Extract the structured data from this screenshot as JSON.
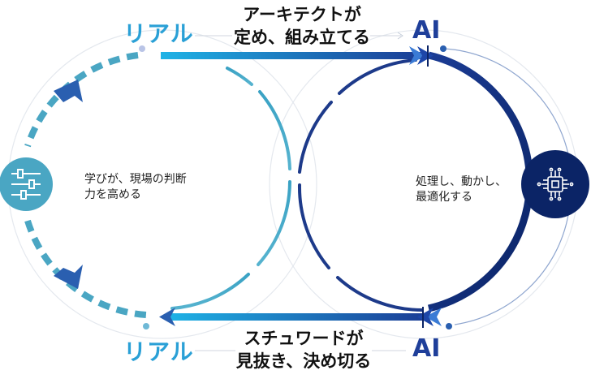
{
  "top": {
    "left_label": "リアル",
    "right_label": "AI",
    "line1": "アーキテクトが",
    "line2": "定め、組み立てる"
  },
  "bottom": {
    "left_label": "リアル",
    "right_label": "AI",
    "line1": "スチュワードが",
    "line2": "見抜き、決め切る"
  },
  "left_loop": {
    "line1": "学びが、現場の判断",
    "line2": "力を高める",
    "icon": "sliders-icon"
  },
  "right_loop": {
    "line1": "処理し、動かし、",
    "line2": "最適化する",
    "icon": "chip-icon"
  },
  "colors": {
    "real": "#2aa0d6",
    "ai": "#1f3f9a",
    "navy": "#0b2466",
    "teal": "#4aa6c3"
  }
}
